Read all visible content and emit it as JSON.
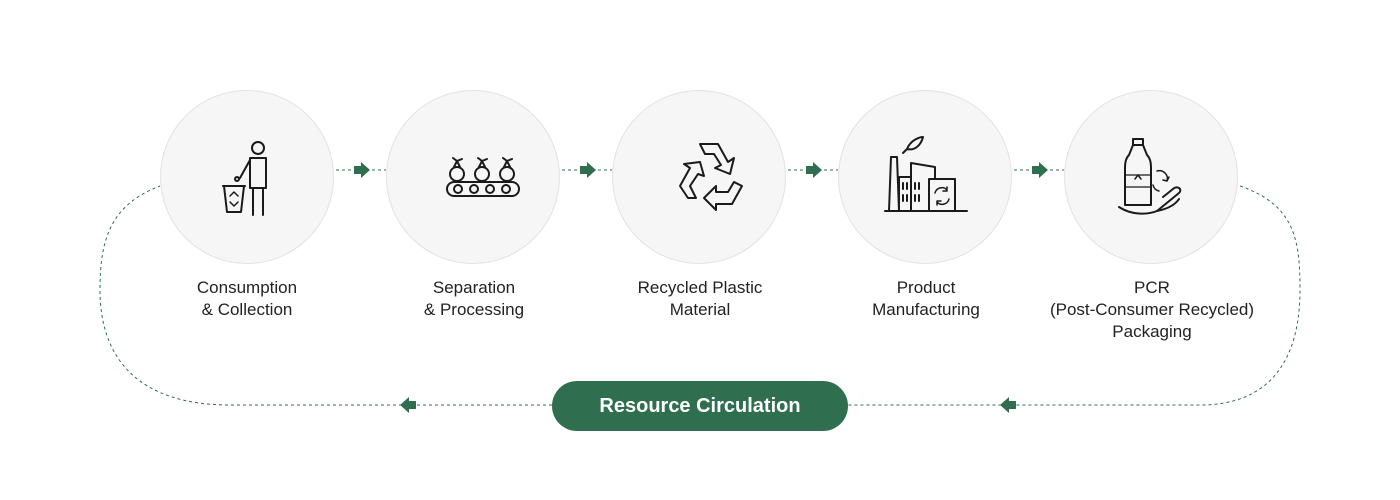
{
  "steps": [
    {
      "icon": "person-recycling-bin-icon",
      "label": [
        "Consumption",
        "& Collection"
      ]
    },
    {
      "icon": "waste-bags-conveyor-icon",
      "label": [
        "Separation",
        "& Processing"
      ]
    },
    {
      "icon": "recycle-arrows-icon",
      "label": [
        "Recycled Plastic",
        "Material"
      ]
    },
    {
      "icon": "factory-leaf-icon",
      "label": [
        "Product",
        "Manufacturing"
      ]
    },
    {
      "icon": "bottle-hand-recycle-icon",
      "label": [
        "PCR",
        "(Post-Consumer Recycled)",
        "Packaging"
      ]
    }
  ],
  "center_pill": {
    "label": "Resource Circulation"
  },
  "colors": {
    "accent": "#2f6f4f",
    "circle_fill": "#f6f6f6",
    "circle_border": "#e2e2e2",
    "text": "#222222"
  }
}
